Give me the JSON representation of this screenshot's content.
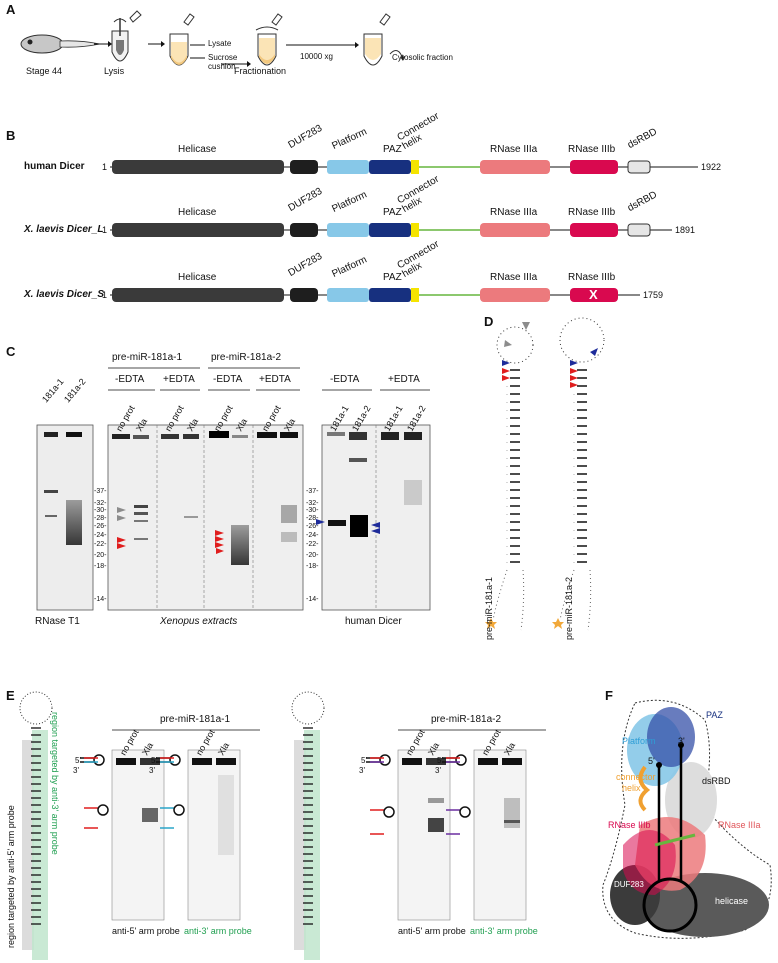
{
  "panels": {
    "A": "A",
    "B": "B",
    "C": "C",
    "D": "D",
    "E": "E",
    "F": "F"
  },
  "panelA": {
    "steps": [
      "Stage 44",
      "Lysis",
      "Fractionation"
    ],
    "labels": [
      "Lysate",
      "Sucrose cushion",
      "10000 xg",
      "Cytosolic fraction"
    ]
  },
  "panelB": {
    "proteins": [
      {
        "name": "human Dicer",
        "start": "1",
        "end": "1922",
        "rnase3b_mutant": false
      },
      {
        "name": "X. laevis Dicer_L",
        "start": "1",
        "end": "1891",
        "rnase3b_mutant": false
      },
      {
        "name": "X. laevis Dicer_S",
        "start": "1",
        "end": "1759",
        "rnase3b_mutant": true
      }
    ],
    "domains": {
      "helicase": "Helicase",
      "duf": "DUF283",
      "platform": "Platform",
      "paz": "PAZ",
      "connector": "Connector helix",
      "r3a": "RNase IIIa",
      "r3b": "RNase IIIb",
      "dsrbd": "dsRBD"
    },
    "mutant_mark": "X",
    "colors": {
      "helicase": "#3a3a3a",
      "duf": "#1e1e1e",
      "platform": "#87c8e8",
      "paz": "#17307f",
      "connector": "#f5e400",
      "linker": "#67b63e",
      "r3a": "#ec7a7d",
      "r3b": "#d9094f",
      "dsrbd": "#e6e6e6"
    }
  },
  "panelC": {
    "lanes_t1": [
      "181a-1",
      "181a-2"
    ],
    "groups": [
      {
        "title": "pre-miR-181a-1",
        "conds": [
          "-EDTA",
          "+EDTA"
        ]
      },
      {
        "title": "pre-miR-181a-2",
        "conds": [
          "-EDTA",
          "+EDTA"
        ]
      }
    ],
    "xen_lanes": [
      "no prot",
      "Xla"
    ],
    "hd_conds": [
      "-EDTA",
      "+EDTA"
    ],
    "hd_lanes": [
      "181a-1",
      "181a-2"
    ],
    "markers": [
      "-37-",
      "-32-",
      "-30-",
      "-28-",
      "-26-",
      "-24-",
      "-22-",
      "-20-",
      "-18-",
      "-14-"
    ],
    "captions": [
      "RNase T1",
      "Xenopus extracts",
      "human Dicer"
    ]
  },
  "panelD": {
    "hairpin1": "pre-miR-181a-1",
    "hairpin2": "pre-miR-181a-2"
  },
  "panelE": {
    "left_probe5": "region targeted by anti-5' arm probe",
    "left_probe3": "region targeted by anti-3' arm probe",
    "titles": [
      "pre-miR-181a-1",
      "pre-miR-181a-2"
    ],
    "lanes": [
      "no prot",
      "Xla"
    ],
    "probes": [
      "anti-5' arm probe",
      "anti-3' arm probe"
    ],
    "ends": [
      "5'",
      "3'"
    ]
  },
  "panelF": {
    "labels": [
      "PAZ",
      "Platform",
      "5'",
      "3'",
      "connector",
      "helix",
      "dsRBD",
      "RNase IIIb",
      "RNase IIIa",
      "DUF283",
      "helicase"
    ]
  }
}
